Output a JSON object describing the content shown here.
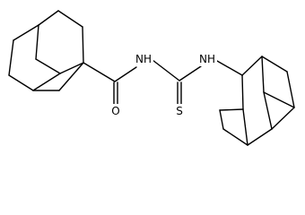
{
  "molecule": {
    "atoms": {
      "carbonyl_oxygen": "O",
      "amide_nitrogen": "NH",
      "thiourea_nitrogen": "NH",
      "thione_sulfur": "S"
    }
  }
}
